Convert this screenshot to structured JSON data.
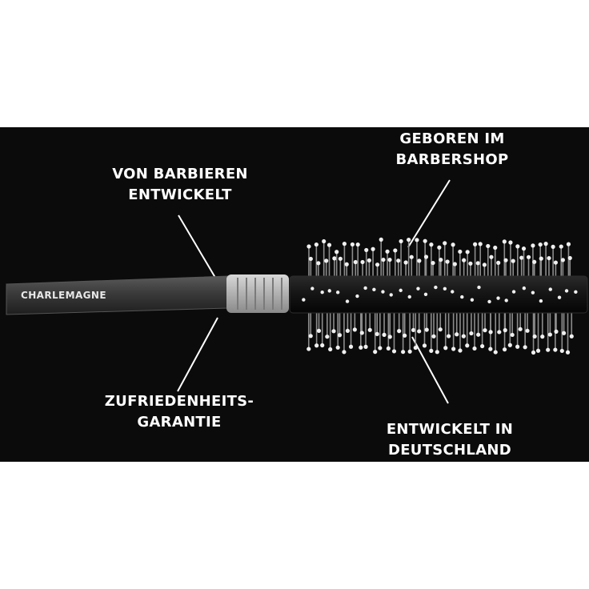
{
  "image": {
    "description_brand": "CHARLEMAGNE",
    "callouts": {
      "top_left": [
        "VON BARBIEREN",
        "ENTWICKELT"
      ],
      "top_right": [
        "GEBOREN IM",
        "BARBERSHOP"
      ],
      "bottom_left": [
        "ZUFRIEDENHEITS-",
        "GARANTIE"
      ],
      "bottom_right": [
        "ENTWICKELT IN",
        "DEUTSCHLAND"
      ]
    },
    "colors": {
      "background": "#0b0b0b",
      "page": "#ffffff",
      "text": "#ffffff",
      "handle": "#3a3a3a",
      "collar": "#bdbdbd",
      "bristle": "#f0f0f0"
    }
  }
}
